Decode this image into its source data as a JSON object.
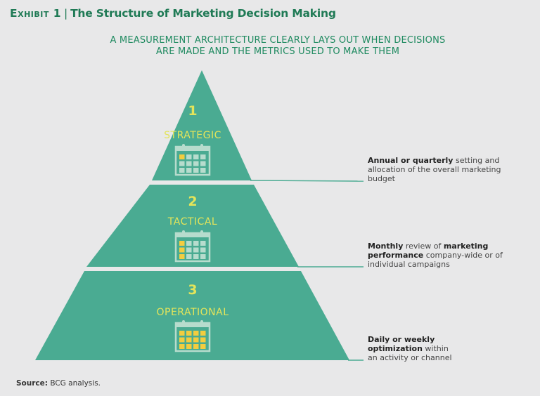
{
  "header": {
    "exhibit": "Exhibit 1",
    "title": "The Structure of Marketing Decision Making",
    "subtitle_line1": "A MEASUREMENT ARCHITECTURE CLEARLY LAYS OUT WHEN DECISIONS",
    "subtitle_line2": "ARE MADE AND THE METRICS USED TO MAKE THEM"
  },
  "colors": {
    "background": "#e8e8e9",
    "pyramid": "#4aab92",
    "title": "#1f7a55",
    "label": "#e3e45a",
    "calendar": "#b7dccd",
    "highlight": "#f3cd3f",
    "line": "#4aab92"
  },
  "tiers": [
    {
      "number": "1",
      "label": "STRATEGIC",
      "highlighted_days": [
        0
      ],
      "desc_bold1": "Annual or quarterly",
      "desc_text1": " setting and allocation of the overall marketing budget",
      "desc_bold2": "",
      "desc_text2": ""
    },
    {
      "number": "2",
      "label": "TACTICAL",
      "highlighted_days": [
        0,
        4,
        8
      ],
      "desc_bold1": "Monthly",
      "desc_text1": " review of ",
      "desc_bold2": "marketing performance",
      "desc_text2": " company-wide or of individual campaigns"
    },
    {
      "number": "3",
      "label": "OPERATIONAL",
      "highlighted_days": [
        0,
        1,
        2,
        3,
        4,
        5,
        6,
        7,
        8,
        9,
        10,
        11
      ],
      "desc_bold1": "Daily or weekly optimization",
      "desc_text1": " within an activity or channel",
      "desc_bold2": "",
      "desc_text2": ""
    }
  ],
  "footer": {
    "source_label": "Source:",
    "source_text": " BCG analysis."
  }
}
